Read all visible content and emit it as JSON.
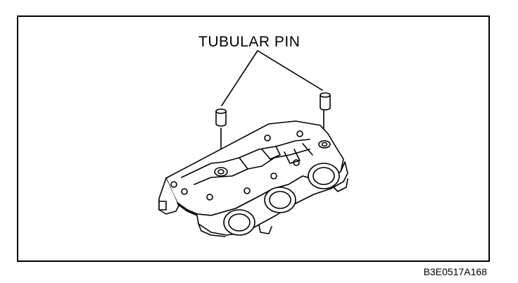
{
  "diagram": {
    "callout_label": "TUBULAR PIN",
    "figure_code": "B3E0517A168",
    "line_color": "#000000",
    "background_color": "#ffffff",
    "parts": [
      "tubular-pin-left",
      "tubular-pin-right",
      "cylinder-head"
    ]
  }
}
